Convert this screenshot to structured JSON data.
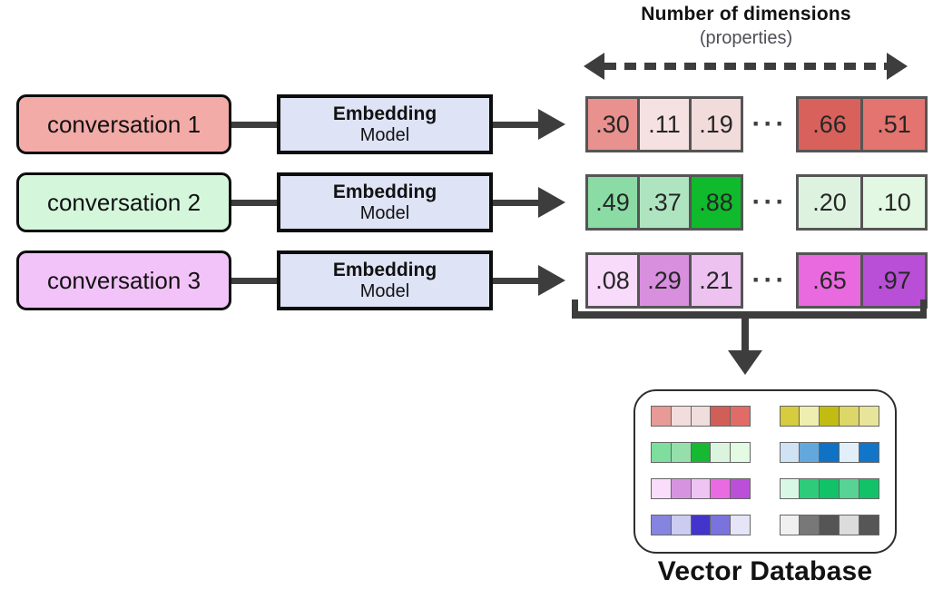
{
  "header": {
    "title": "Number of dimensions",
    "subtitle": "(properties)"
  },
  "ellipsis": "···",
  "rows": [
    {
      "conversation": {
        "label": "conversation 1",
        "fill": "#F3ABA8"
      },
      "model": {
        "title": "Embedding",
        "subtitle": "Model"
      },
      "cells": [
        {
          "value": ".30",
          "fill": "#E8918E"
        },
        {
          "value": ".11",
          "fill": "#F5E1E1"
        },
        {
          "value": ".19",
          "fill": "#F2DBDB"
        },
        {
          "value": ".66",
          "fill": "#D8615C"
        },
        {
          "value": ".51",
          "fill": "#E3746F"
        }
      ]
    },
    {
      "conversation": {
        "label": "conversation 2",
        "fill": "#D4F7DC"
      },
      "model": {
        "title": "Embedding",
        "subtitle": "Model"
      },
      "cells": [
        {
          "value": ".49",
          "fill": "#8ADCA4"
        },
        {
          "value": ".37",
          "fill": "#AEE5C0"
        },
        {
          "value": ".88",
          "fill": "#0FBA2C"
        },
        {
          "value": ".20",
          "fill": "#DDF3E0"
        },
        {
          "value": ".10",
          "fill": "#E2F8E2"
        }
      ]
    },
    {
      "conversation": {
        "label": "conversation 3",
        "fill": "#F2C3F8"
      },
      "model": {
        "title": "Embedding",
        "subtitle": "Model"
      },
      "cells": [
        {
          "value": ".08",
          "fill": "#F8DAFA"
        },
        {
          "value": ".29",
          "fill": "#D78FDE"
        },
        {
          "value": ".21",
          "fill": "#EDC2F1"
        },
        {
          "value": ".65",
          "fill": "#E969DF"
        },
        {
          "value": ".97",
          "fill": "#B84FD6"
        }
      ]
    }
  ],
  "database": {
    "label": "Vector Database",
    "left_column": [
      {
        "cells": [
          "#E89A96",
          "#F2DCDC",
          "#F0DDDD",
          "#D05F58",
          "#E06C67"
        ]
      },
      {
        "cells": [
          "#7EDE9E",
          "#96DFAB",
          "#17B832",
          "#DBF4DE",
          "#E3FAE3"
        ]
      },
      {
        "cells": [
          "#F9DDFB",
          "#D694E0",
          "#EEC4F2",
          "#EA6AE2",
          "#BB4FD8"
        ]
      },
      {
        "cells": [
          "#8585E0",
          "#CCCCF0",
          "#4334CC",
          "#7A72DD",
          "#E5E5F7"
        ]
      }
    ],
    "right_column": [
      {
        "cells": [
          "#D6CC3E",
          "#EEEEB0",
          "#C2BC12",
          "#DDD668",
          "#E8E49A"
        ]
      },
      {
        "cells": [
          "#CFE3F5",
          "#63A8DD",
          "#0F72C4",
          "#E3EFF8",
          "#1275C8"
        ]
      },
      {
        "cells": [
          "#D9F7E5",
          "#2ECC7A",
          "#12C268",
          "#57D395",
          "#12C268"
        ]
      },
      {
        "cells": [
          "#F0F0F0",
          "#787878",
          "#555555",
          "#DCDCDC",
          "#565656"
        ]
      }
    ]
  },
  "palette": {
    "arrow_gray": "#3D3D3D",
    "box_border_black": "#0D0D0D",
    "cell_border_gray": "#555555",
    "embedding_fill": "#DEE3F6",
    "subtitle_gray": "#4E4E56"
  }
}
